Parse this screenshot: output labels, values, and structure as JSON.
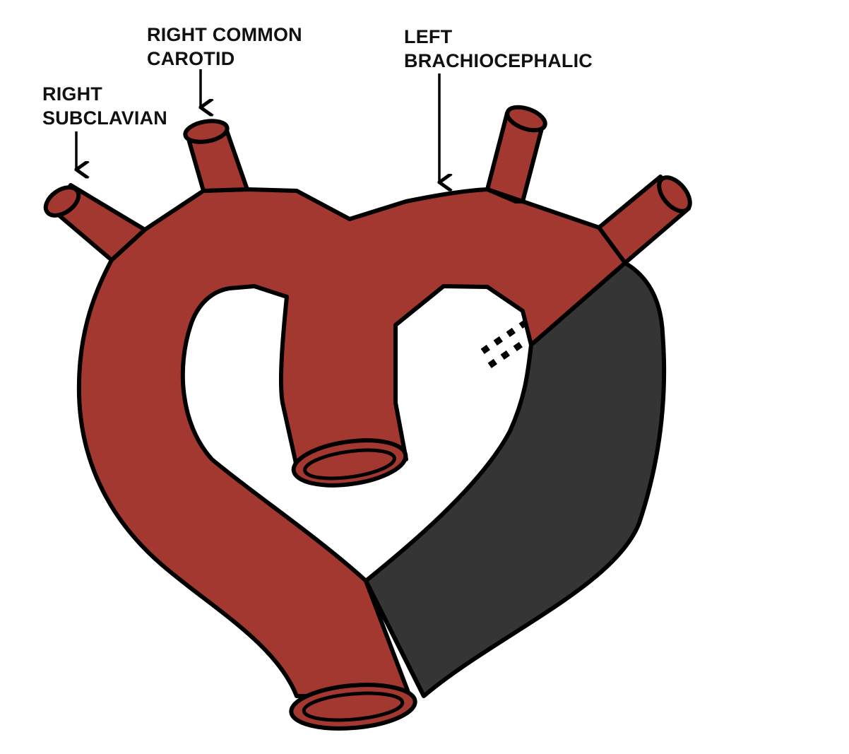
{
  "colors": {
    "vessel": "#a33831",
    "graft": "#353535",
    "outline": "#000000",
    "background": "#ffffff"
  },
  "labels": {
    "right_subclavian": [
      "RIGHT",
      "SUBCLAVIAN"
    ],
    "right_common_carotid": [
      "RIGHT COMMON",
      "CAROTID"
    ],
    "left_brachiocephalic": [
      "LEFT",
      "BRACHIOCEPHALIC"
    ]
  }
}
